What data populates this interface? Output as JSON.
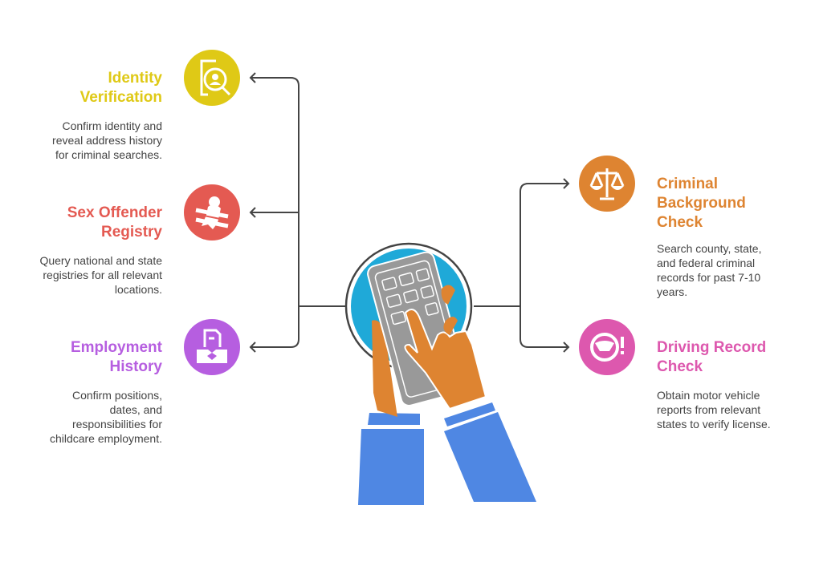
{
  "items": [
    {
      "title": [
        "Identity",
        "Verification"
      ],
      "description": [
        "Confirm identity and",
        "reveal address history",
        "for criminal searches."
      ],
      "color": "#DFC916",
      "icon": "id-search-icon"
    },
    {
      "title": [
        "Sex Offender",
        "Registry"
      ],
      "description": [
        "Query national and state",
        "registries for all relevant",
        "locations."
      ],
      "color": "#E45A52",
      "icon": "registry-icon"
    },
    {
      "title": [
        "Employment",
        "History"
      ],
      "description": [
        "Confirm positions,",
        "dates, and",
        "responsibilities for",
        "childcare employment."
      ],
      "color": "#B65EE0",
      "icon": "employment-handshake-icon"
    },
    {
      "title": [
        "Criminal",
        "Background",
        "Check"
      ],
      "description": [
        "Search county, state,",
        "and federal criminal",
        "records for past 7-10",
        "years."
      ],
      "color": "#DE8431",
      "icon": "scales-icon"
    },
    {
      "title": [
        "Driving Record",
        "Check"
      ],
      "description": [
        "Obtain motor vehicle",
        "reports from relevant",
        "states to verify license."
      ],
      "color": "#DD58AE",
      "icon": "steering-wheel-icon"
    }
  ]
}
